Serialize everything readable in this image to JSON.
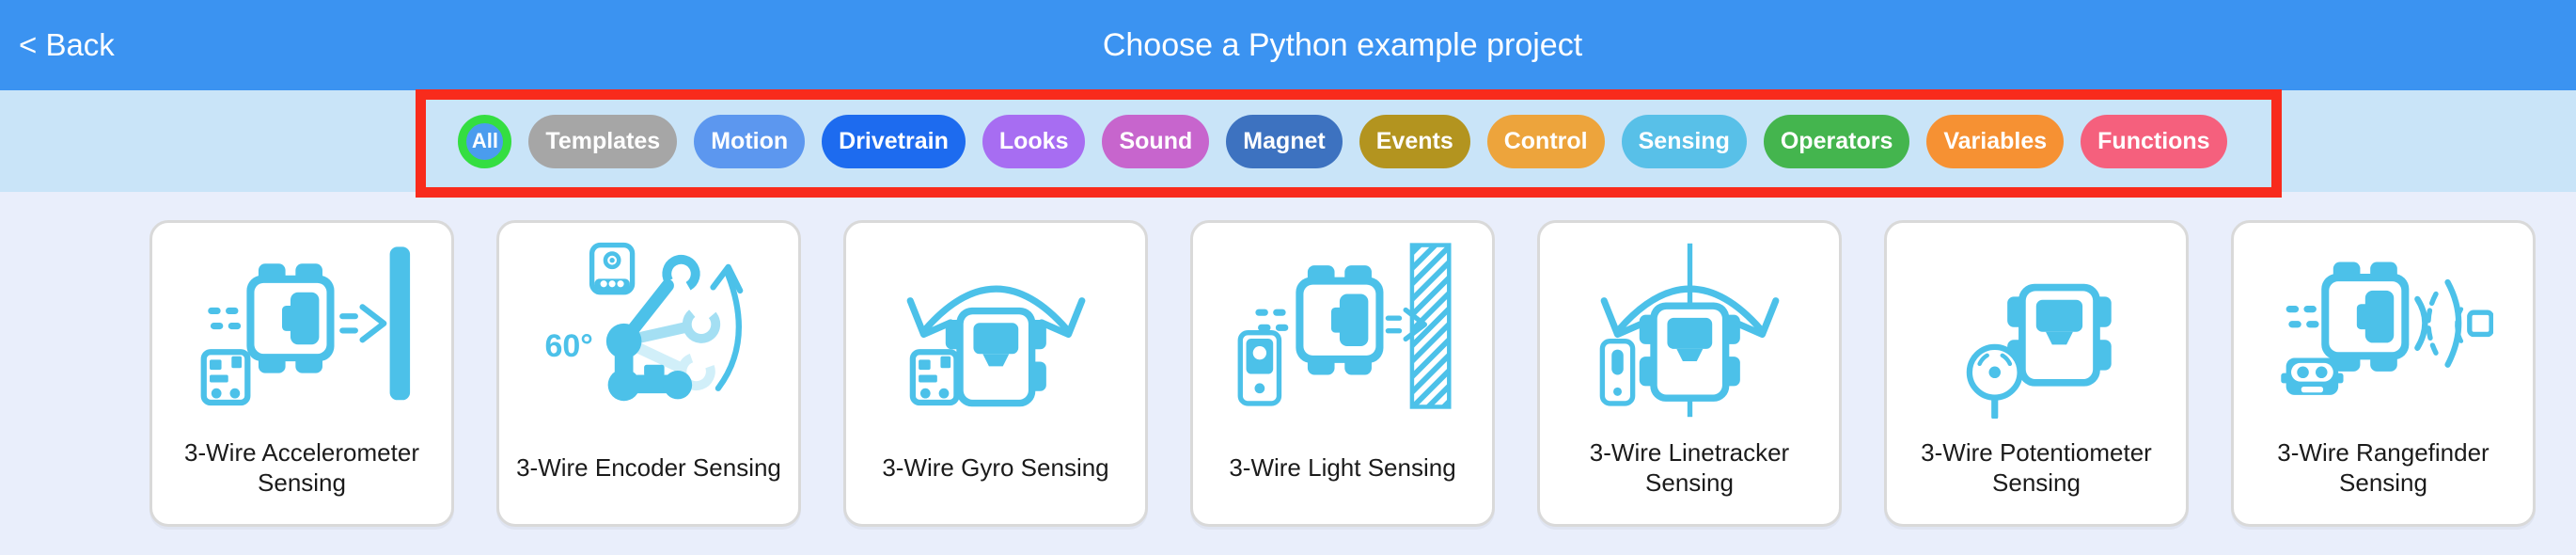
{
  "header": {
    "back_label": "< Back",
    "title": "Choose a Python example project",
    "bg_color": "#3b93f1"
  },
  "filter_bar": {
    "bg_color": "#c9e4f8",
    "annotation_box_color": "#f82b1c",
    "selected_ring_color": "#34de41",
    "items": [
      {
        "label": "All",
        "color": "#4a9cee",
        "selected": true
      },
      {
        "label": "Templates",
        "color": "#a6a6a6",
        "selected": false
      },
      {
        "label": "Motion",
        "color": "#5c97ef",
        "selected": false
      },
      {
        "label": "Drivetrain",
        "color": "#1d6bef",
        "selected": false
      },
      {
        "label": "Looks",
        "color": "#a76df2",
        "selected": false
      },
      {
        "label": "Sound",
        "color": "#c765cd",
        "selected": false
      },
      {
        "label": "Magnet",
        "color": "#3d72c0",
        "selected": false
      },
      {
        "label": "Events",
        "color": "#b3941f",
        "selected": false
      },
      {
        "label": "Control",
        "color": "#eda43c",
        "selected": false
      },
      {
        "label": "Sensing",
        "color": "#58c0e8",
        "selected": false
      },
      {
        "label": "Operators",
        "color": "#44b54e",
        "selected": false
      },
      {
        "label": "Variables",
        "color": "#f69133",
        "selected": false
      },
      {
        "label": "Functions",
        "color": "#f5607d",
        "selected": false
      }
    ]
  },
  "projects": {
    "bg_color": "#e9eefb",
    "icon_color": "#4cc1e9",
    "cards": [
      {
        "title": "3-Wire Accelerometer Sensing",
        "icon": "accelerometer-icon"
      },
      {
        "title": "3-Wire Encoder Sensing",
        "icon": "encoder-icon",
        "angle_label": "60°"
      },
      {
        "title": "3-Wire Gyro Sensing",
        "icon": "gyro-icon"
      },
      {
        "title": "3-Wire Light Sensing",
        "icon": "light-icon"
      },
      {
        "title": "3-Wire Linetracker Sensing",
        "icon": "linetracker-icon"
      },
      {
        "title": "3-Wire Potentiometer Sensing",
        "icon": "potentiometer-icon"
      },
      {
        "title": "3-Wire Rangefinder Sensing",
        "icon": "rangefinder-icon"
      }
    ]
  }
}
